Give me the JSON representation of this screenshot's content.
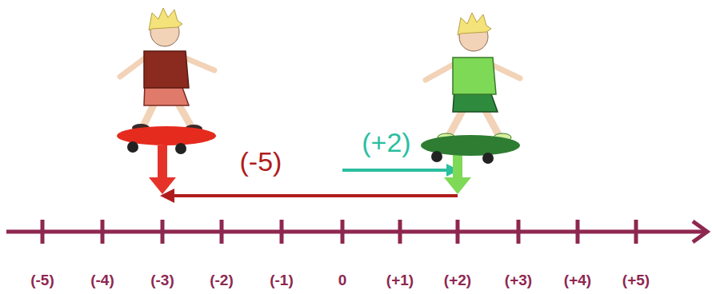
{
  "diagram": {
    "labels": [
      "(+2)",
      "(-5)",
      "(-5)",
      "(-4)",
      "(-3)",
      "(-2)",
      "(-1)",
      "0",
      "(+1)",
      "(+2)",
      "(+3)",
      "(+4)",
      "(+5)"
    ]
  }
}
